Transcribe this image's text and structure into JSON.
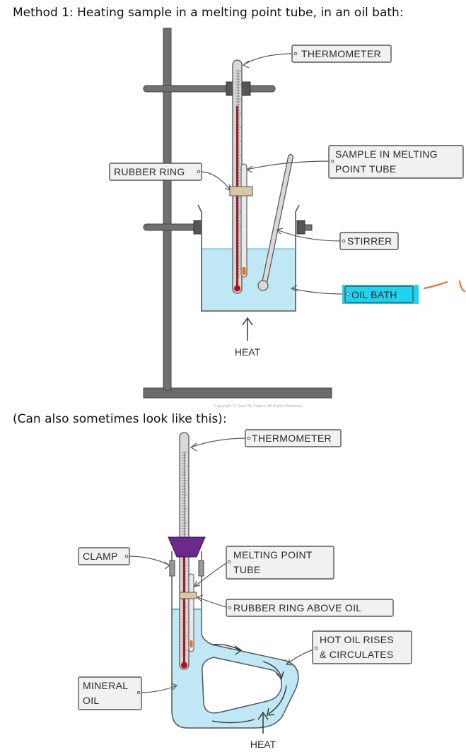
{
  "headings": {
    "method1": "Method 1: Heating sample in a melting point tube, in an oil bath:",
    "method2": "(Can also sometimes look like this):"
  },
  "diagram1": {
    "labels": {
      "thermometer": "THERMOMETER",
      "rubber_ring": "RUBBER  RING",
      "sample_line1": "SAMPLE  IN  MELTING",
      "sample_line2": "POINT  TUBE",
      "stirrer": "STIRRER",
      "oil_bath": "OIL  BATH",
      "heat": "HEAT"
    },
    "copyright": "Copyright © Save My Exams. All Rights Reserved",
    "highlight_color": "#1fd3ee",
    "annotation_color": "#f26a1b"
  },
  "diagram2": {
    "labels": {
      "thermometer": "THERMOMETER",
      "clamp": "CLAMP",
      "mp_tube_line1": "MELTING  POINT",
      "mp_tube_line2": "TUBE",
      "rubber_ring": "RUBBER  RING  ABOVE  OIL",
      "hot_oil_line1": "HOT  OIL  RISES",
      "hot_oil_line2": "&  CIRCULATES",
      "mineral_oil_line1": "MINERAL",
      "mineral_oil_line2": "OIL",
      "heat": "HEAT"
    }
  },
  "colors": {
    "oil": "#bfe8f4",
    "mercury": "#b3101e",
    "sample": "#f26a1b",
    "stand": "#6b6b6b",
    "stopper": "#6a2a8a",
    "rubber_ring": "#d8c8a8"
  }
}
